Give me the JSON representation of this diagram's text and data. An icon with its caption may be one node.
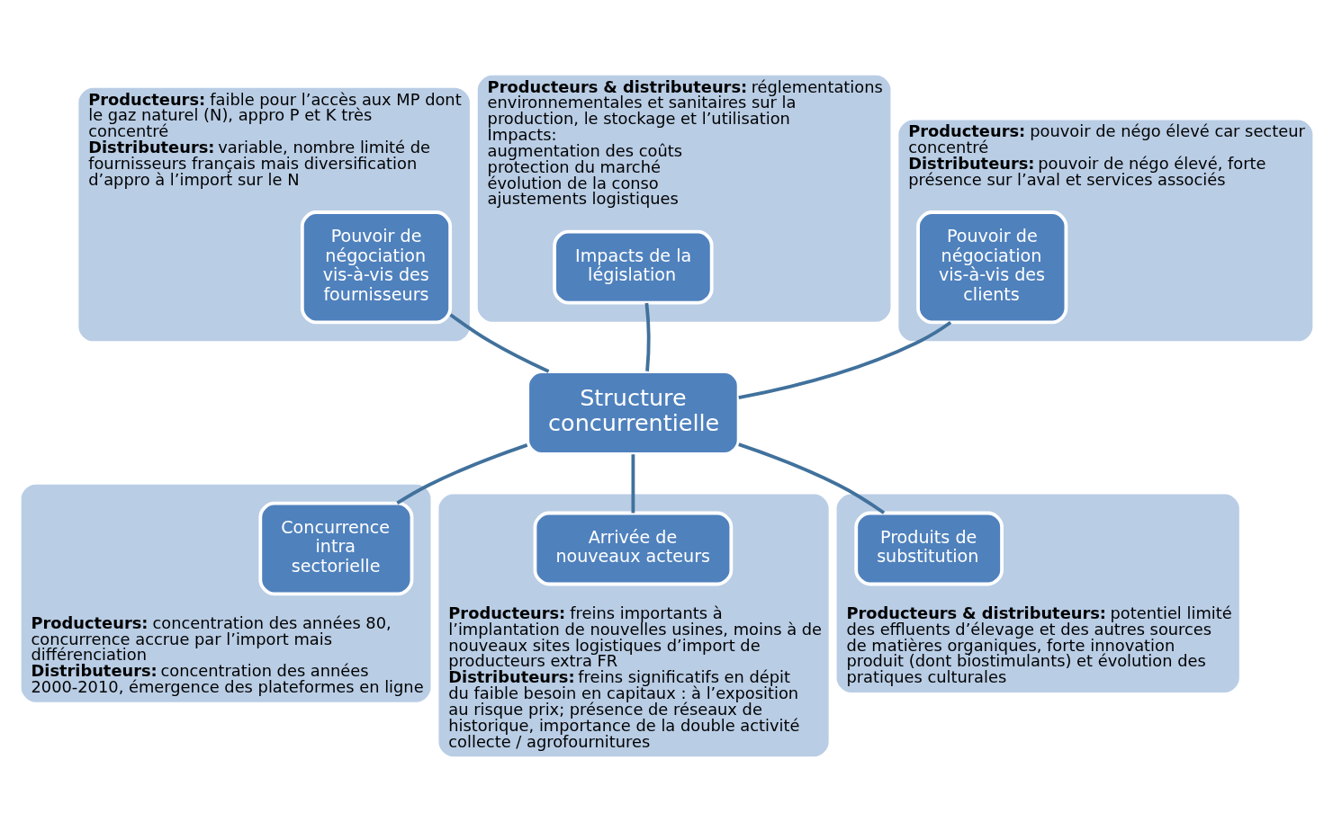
{
  "diagram": {
    "nodes": [
      {
        "text": [
          "**Producteurs:** faible pour l’accès aux MP dont le gaz naturel (N), appro P et K très concentré",
          "**Distributeurs:** variable, nombre limité de fournisseurs français mais diversification d’appro à l’import sur le N"
        ]
      },
      {
        "text": [
          "Pouvoir de négociation vis-à-vis des fournisseurs"
        ],
        "in": 0
      },
      {
        "text": [
          "**Producteurs & distributeurs:** réglementations environnementales et sanitaires sur la production, le stockage et l’utilisation",
          "Impacts:",
          "augmentation des coûts",
          "protection du marché",
          "évolution de la conso",
          "ajustements logistiques"
        ]
      },
      {
        "text": [
          "Impacts de la législation"
        ],
        "in": 2
      },
      {
        "text": [
          "**Producteurs:** pouvoir de négo élevé car secteur concentré",
          "**Distributeurs:** pouvoir de négo élevé, forte présence sur l’aval et services associés"
        ]
      },
      {
        "text": [
          "Pouvoir de négociation vis-à-vis des clients"
        ],
        "in": 4
      },
      {
        "text": [
          "Structure concurrentielle"
        ]
      },
      {
        "text": [
          "**Producteurs:** concentration des années 80, concurrence accrue par l’import mais différenciation",
          "**Distributeurs:** concentration des années 2000-2010, émergence des plateformes en ligne"
        ]
      },
      {
        "text": [
          "Concurrence intra sectorielle"
        ],
        "in": 7
      },
      {
        "text": [
          "**Producteurs:** freins importants à l’implantation de nouvelles usines, moins à de nouveaux sites logistiques d’import de producteurs extra FR",
          "**Distributeurs:** freins significatifs en dépit du faible  besoin en capitaux : à l’exposition au risque prix; présence de réseaux de historique, importance de la double activité collecte / agrofournitures"
        ]
      },
      {
        "text": [
          "Arrivée de nouveaux acteurs"
        ],
        "in": 9
      },
      {
        "text": [
          "**Producteurs & distributeurs:** potentiel limité des effluents d’élevage et des autres sources de matières organiques, forte innovation produit (dont biostimulants) et évolution des pratiques culturales"
        ]
      },
      {
        "text": [
          "Produits de substitution"
        ],
        "in": 11
      }
    ],
    "edges": [
      {
        "from": 6,
        "to": 1,
        "arrow": "none"
      },
      {
        "from": 6,
        "to": 3,
        "arrow": "none"
      },
      {
        "from": 6,
        "to": 5,
        "arrow": "none"
      },
      {
        "from": 6,
        "to": 8,
        "arrow": "none"
      },
      {
        "from": 6,
        "to": 10,
        "arrow": "none"
      },
      {
        "from": 6,
        "to": 12,
        "arrow": "none"
      }
    ]
  }
}
